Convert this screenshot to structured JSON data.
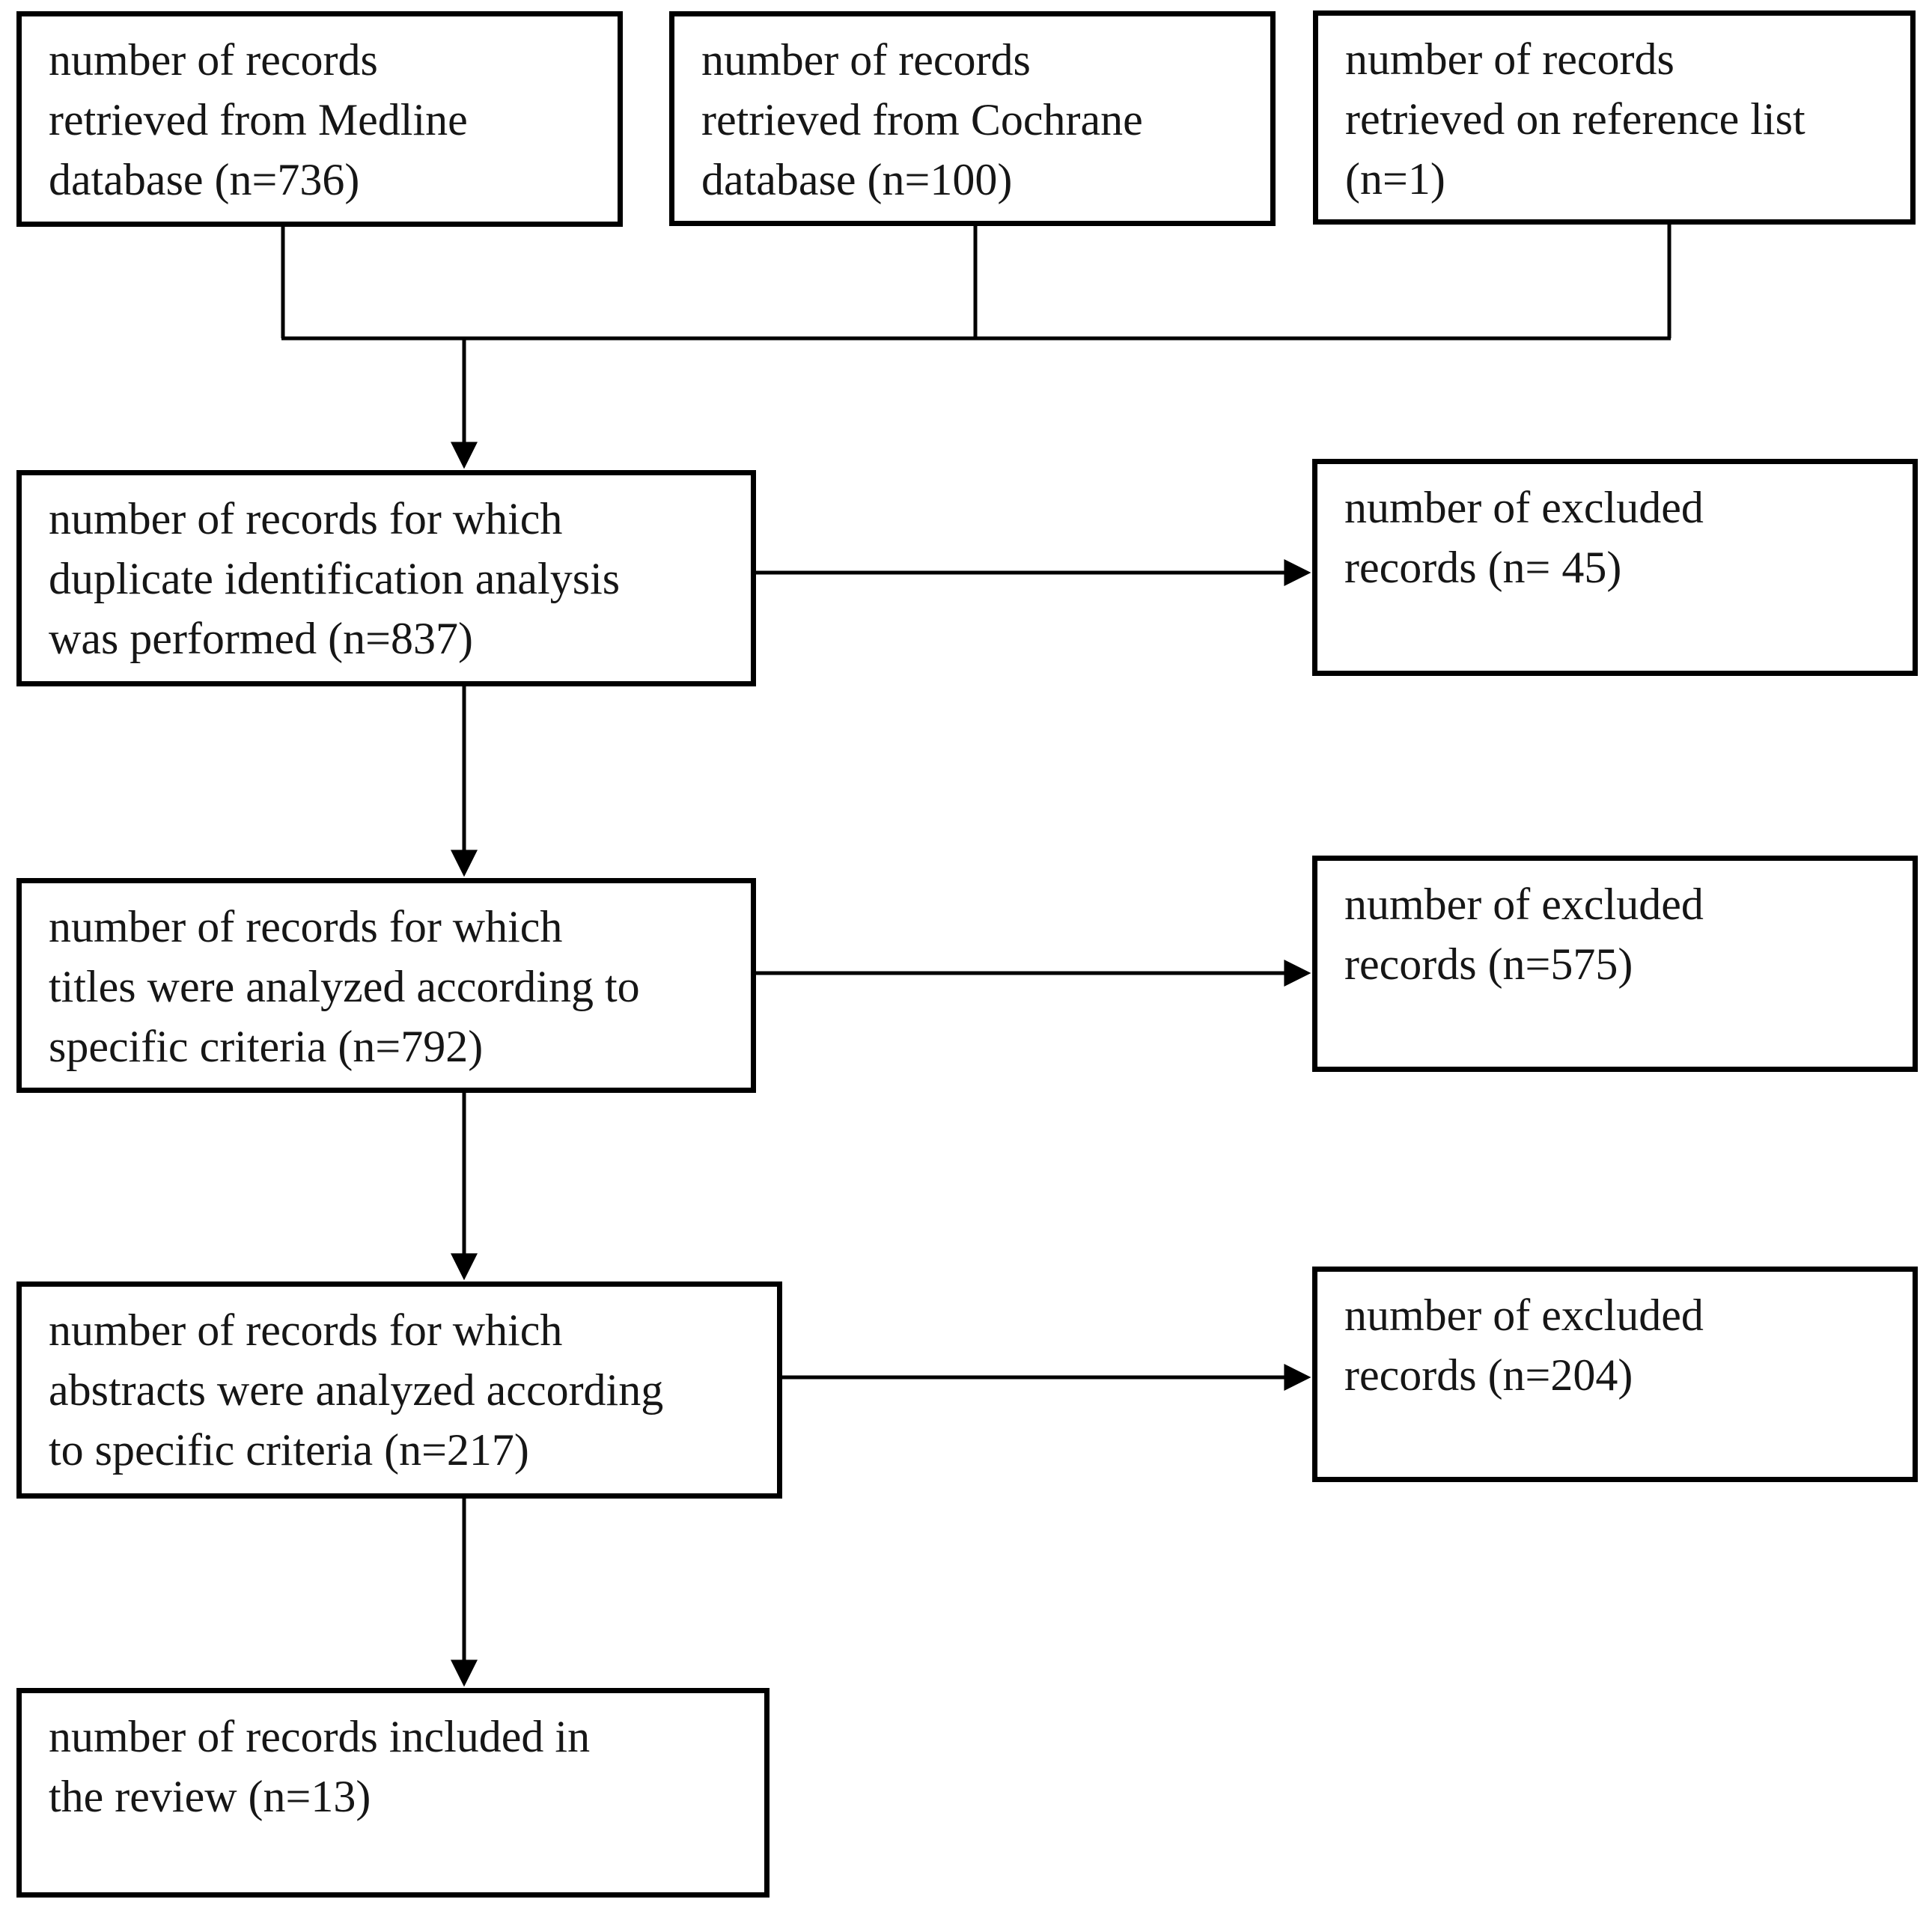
{
  "figure_type": "flow-diagram",
  "boxes": [
    {
      "name": "source-medline",
      "lines": [
        "number of records",
        "retrieved from Medline",
        "database (n=736)"
      ]
    },
    {
      "name": "source-cochrane",
      "lines": [
        "number of records",
        "retrieved from Cochrane",
        "database (n=100)"
      ]
    },
    {
      "name": "source-reference-list",
      "lines": [
        "number of records",
        "retrieved on reference list",
        "(n=1)"
      ]
    },
    {
      "name": "stage-duplicate-analysis",
      "lines": [
        "number of records for which",
        "duplicate identification analysis",
        "was performed (n=837)"
      ]
    },
    {
      "name": "excluded-after-duplicate",
      "lines": [
        "number of excluded",
        "records (n= 45)"
      ]
    },
    {
      "name": "stage-title-analysis",
      "lines": [
        "number of records for which",
        "titles were analyzed according to",
        "specific criteria (n=792)"
      ]
    },
    {
      "name": "excluded-after-titles",
      "lines": [
        "number of excluded",
        "records (n=575)"
      ]
    },
    {
      "name": "stage-abstract-analysis",
      "lines": [
        "number of records for which",
        "abstracts were analyzed according",
        "to specific criteria (n=217)"
      ]
    },
    {
      "name": "excluded-after-abstracts",
      "lines": [
        "number of excluded",
        "records (n=204)"
      ]
    },
    {
      "name": "included-in-review",
      "lines": [
        "number of records included in",
        "the review (n=13)"
      ]
    }
  ],
  "counts": {
    "medline": 736,
    "cochrane": 100,
    "reference_list": 1,
    "duplicate_identification_analysis": 837,
    "excluded_after_duplicate": 45,
    "titles_analyzed": 792,
    "excluded_after_titles": 575,
    "abstracts_analyzed": 217,
    "excluded_after_abstracts": 204,
    "included_in_review": 13
  },
  "colors": {
    "border": "#000000",
    "text": "#161616",
    "connector": "#000000",
    "background": "#ffffff"
  }
}
